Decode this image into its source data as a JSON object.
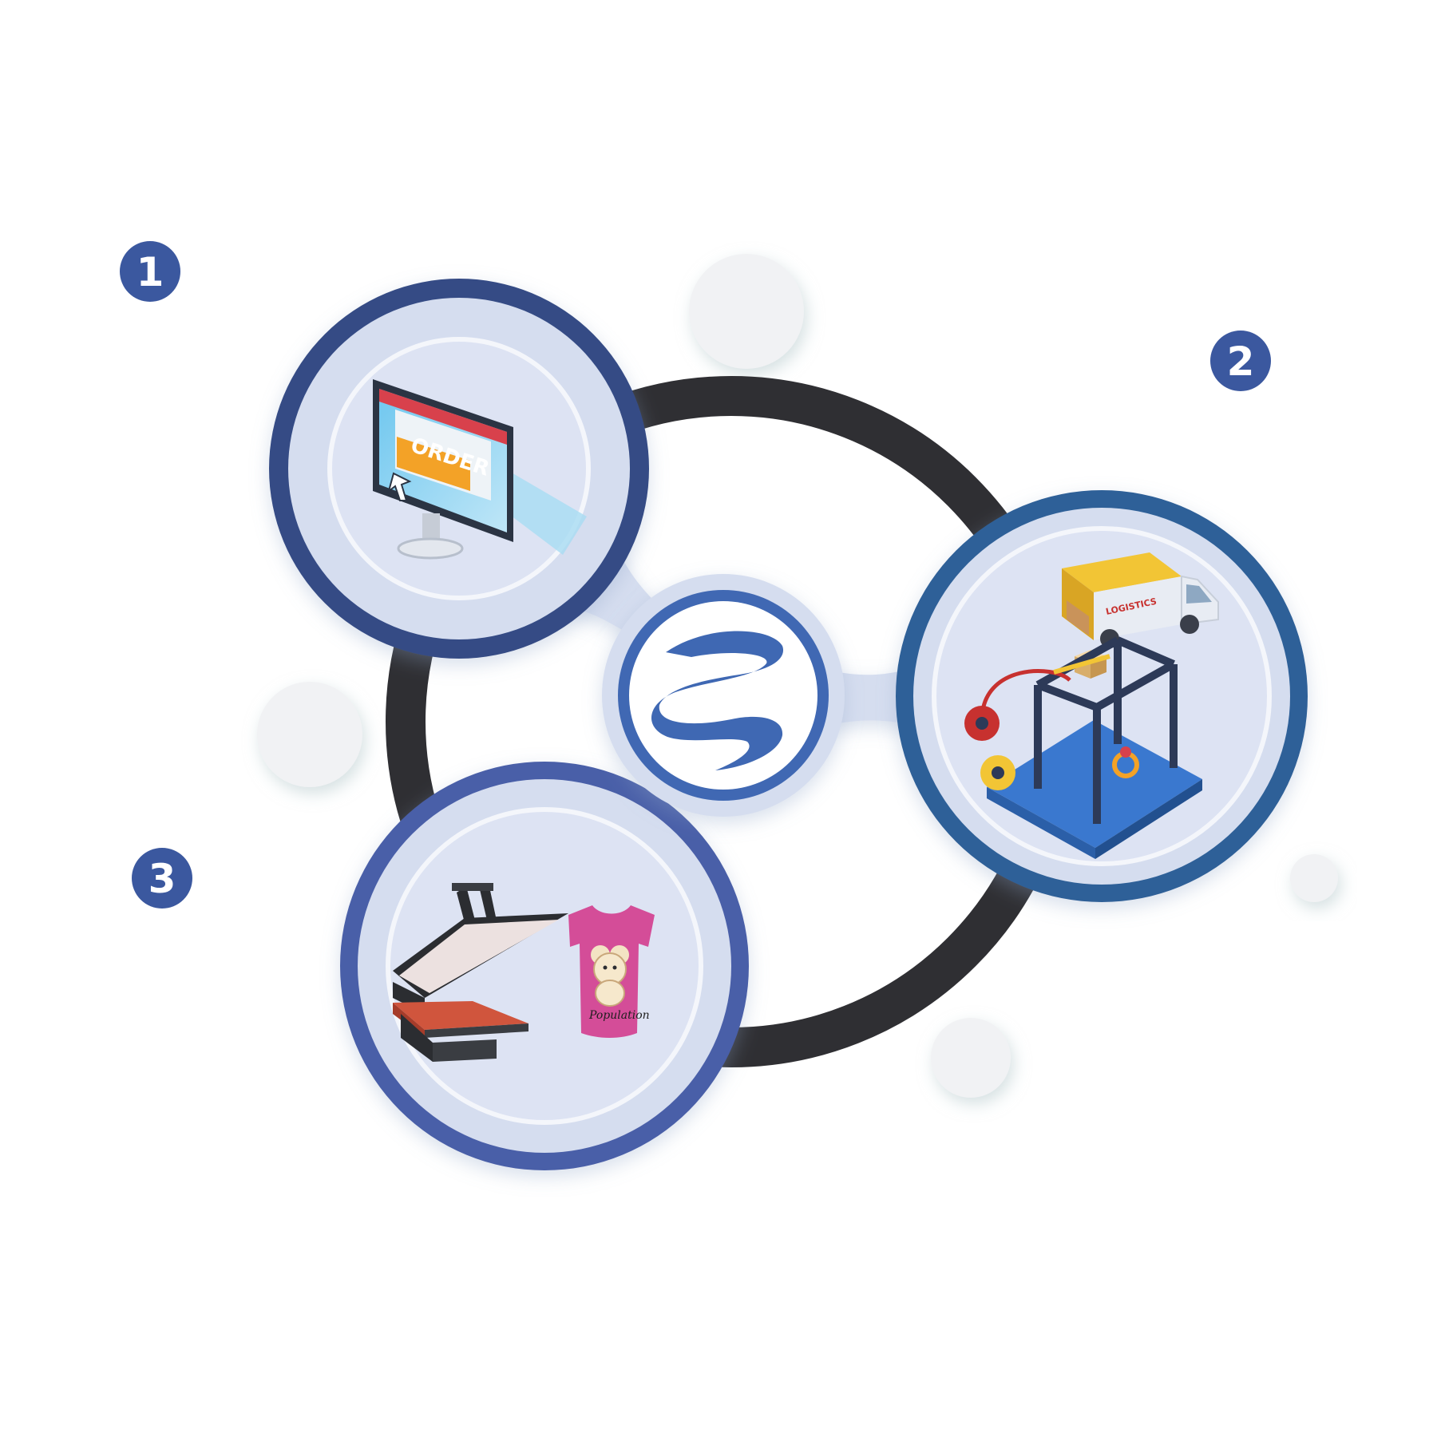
{
  "colors": {
    "ring": "#2f2f33",
    "navy": "#354c85",
    "steel": "#2f6198",
    "indigo": "#4a5ea8",
    "node_fill": "#d5ddef",
    "node_inner": "#e4e9f6",
    "badge": "#3b589f",
    "bubble": "#f0f2f4",
    "accent_orange": "#f3a227",
    "accent_yellow": "#f2c535",
    "shirt_pink": "#d44d98",
    "press_red": "#d0553d"
  },
  "steps": [
    {
      "number": "1",
      "icon": "order-computer-icon",
      "screen_label": "ORDER"
    },
    {
      "number": "2",
      "icon": "logistics-truck-3d-printer-icon",
      "truck_label": "LOGISTICS"
    },
    {
      "number": "3",
      "icon": "heat-press-tshirt-icon",
      "shirt_label": "Population"
    }
  ],
  "center": {
    "icon": "brand-swirl-logo-icon"
  }
}
